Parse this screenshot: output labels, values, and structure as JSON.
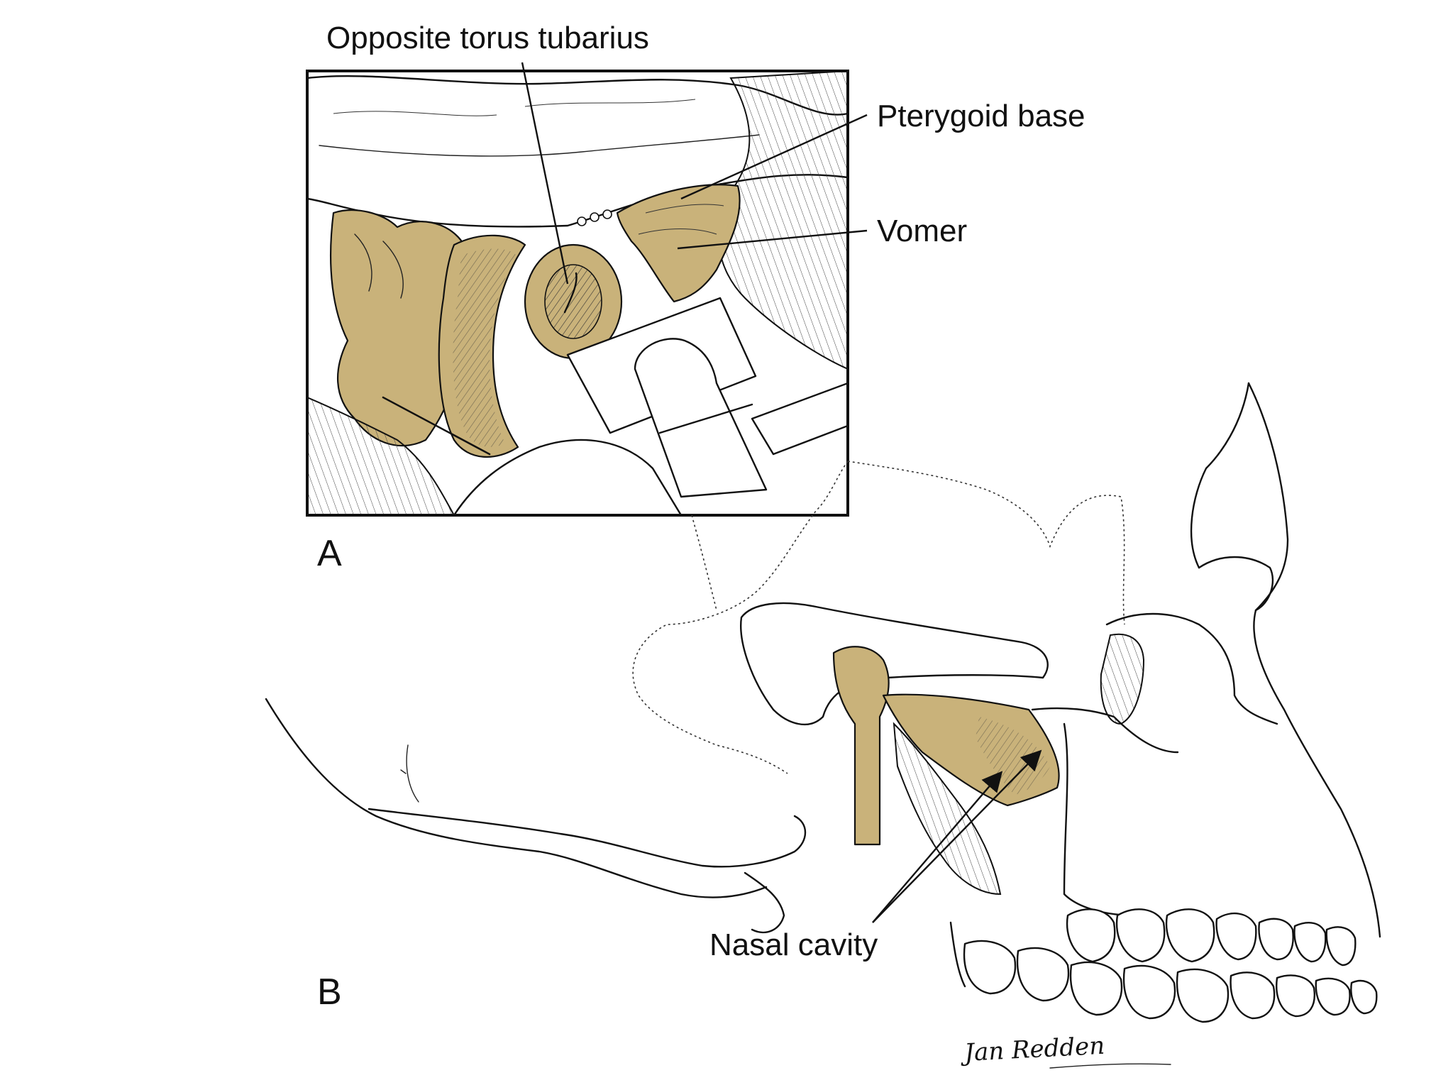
{
  "labels": {
    "torus": "Opposite torus tubarius",
    "pterygoid": "Pterygoid base",
    "vomer": "Vomer",
    "nasal": "Nasal cavity",
    "panel_a": "A",
    "panel_b": "B"
  },
  "signature": "Jan Redden",
  "colors": {
    "bone_fill": "#c9b27a",
    "ink": "#111111",
    "background": "#ffffff"
  }
}
